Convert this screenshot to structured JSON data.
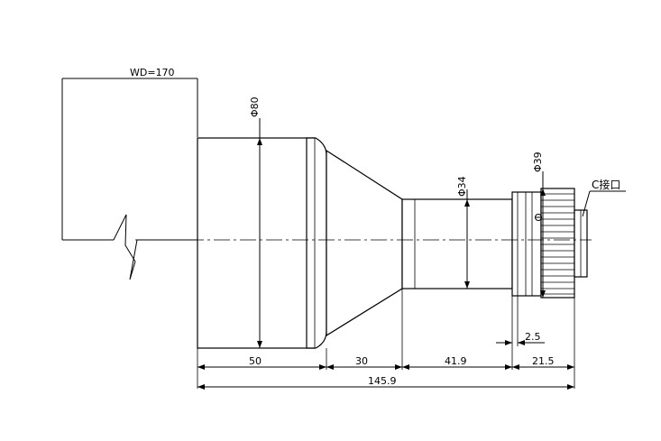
{
  "drawing": {
    "working_distance_label": "WD=170",
    "diameters": {
      "front": "Φ80",
      "middle": "Φ34",
      "rear": "Φ39"
    },
    "mount_label": "C接口",
    "dimensions": {
      "front_barrel": "50",
      "cone": "30",
      "middle_tube": "41.9",
      "rear": "21.5",
      "flange": "2.5",
      "total_length": "145.9"
    }
  }
}
